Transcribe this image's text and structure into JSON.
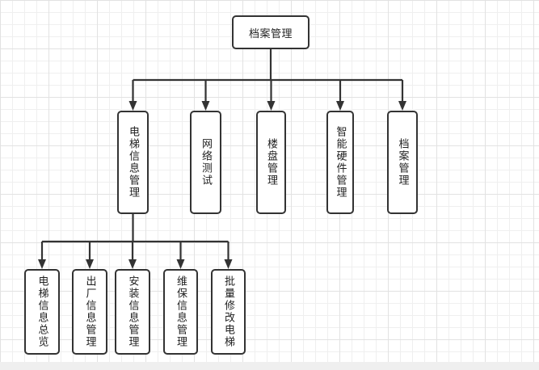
{
  "diagram": {
    "type": "hierarchy",
    "colors": {
      "line": "#333333",
      "node_border": "#333333",
      "node_fill": "#ffffff",
      "grid_major": "#e2e2e2",
      "grid_minor": "#efefef"
    },
    "root": {
      "id": "root",
      "label": "档案管理"
    },
    "level1": [
      {
        "id": "elevator-info",
        "label": "电梯信息管理"
      },
      {
        "id": "network-test",
        "label": "网络测试"
      },
      {
        "id": "building",
        "label": "楼盘管理"
      },
      {
        "id": "smart-hardware",
        "label": "智能硬件管理"
      },
      {
        "id": "archive",
        "label": "档案管理"
      }
    ],
    "level2_parent": "elevator-info",
    "level2": [
      {
        "id": "overview",
        "label": "电梯信息总览"
      },
      {
        "id": "factory",
        "label": "出厂信息管理"
      },
      {
        "id": "install",
        "label": "安装信息管理"
      },
      {
        "id": "maintenance",
        "label": "维保信息管理"
      },
      {
        "id": "batch-edit",
        "label": "批量修改电梯"
      }
    ]
  }
}
